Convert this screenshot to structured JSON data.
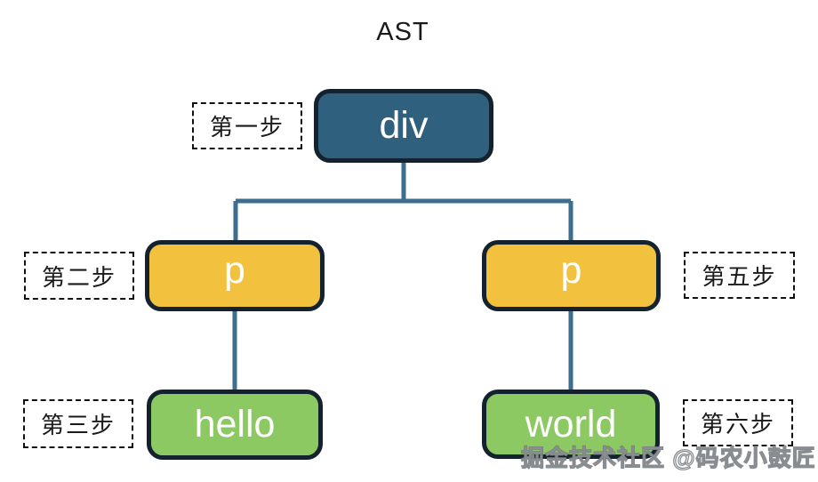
{
  "title": "AST",
  "nodes": {
    "root": {
      "label": "div"
    },
    "p_left": {
      "label": "p"
    },
    "p_right": {
      "label": "p"
    },
    "leaf_left": {
      "label": "hello"
    },
    "leaf_right": {
      "label": "world"
    }
  },
  "steps": {
    "step1": "第一步",
    "step2": "第二步",
    "step3": "第三步",
    "step5": "第五步",
    "step6": "第六步"
  },
  "watermark": "掘金技术社区 @码农小鼓匠",
  "colors": {
    "background": "#FFFFFF",
    "root_fill": "#2F617F",
    "child_fill": "#F2C13E",
    "leaf_fill": "#8DC963",
    "node_border": "#13222E",
    "node_text": "#FFFFFF",
    "connector": "#3D6E8E",
    "label_border": "#111111",
    "label_text": "#1A1A1A",
    "title_text": "#1A1A1A"
  }
}
